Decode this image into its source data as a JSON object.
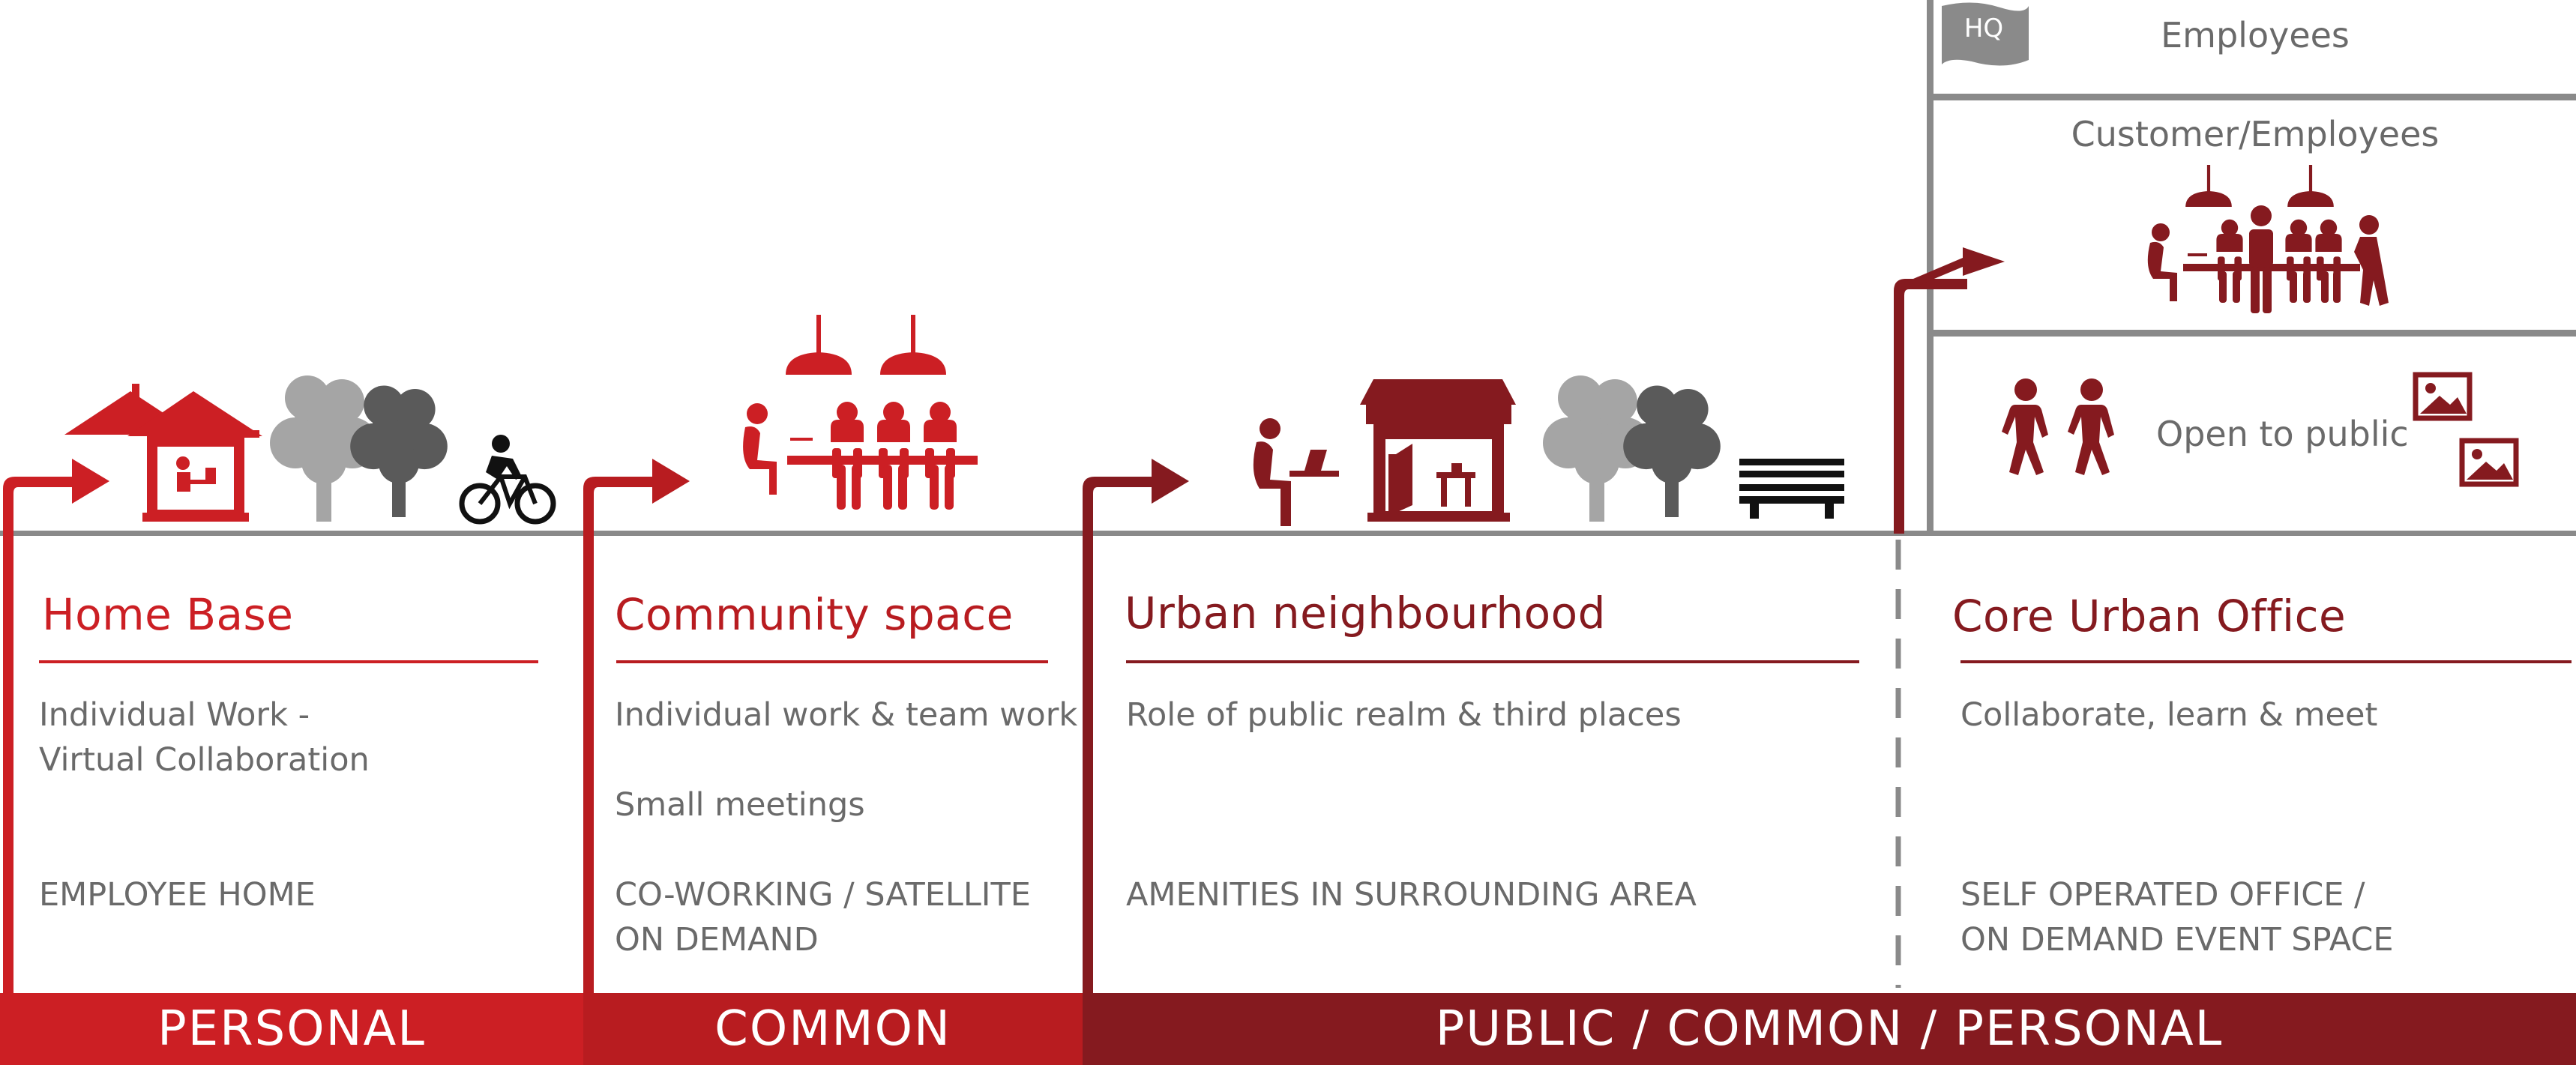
{
  "colors": {
    "personal": "#cc1f24",
    "common": "#b81c20",
    "public": "#851a1f",
    "grey": "#8a8a8a",
    "light_grey": "#a5a5a5",
    "dark_grey": "#5a5a5a",
    "text_grey": "#6a6a6a"
  },
  "hq": {
    "flag_label": "HQ",
    "floors": [
      {
        "label": "Employees"
      },
      {
        "label": "Customer/Employees"
      },
      {
        "label": "Open to public"
      }
    ]
  },
  "sections": [
    {
      "title": "Home Base",
      "lines": [
        "Individual  Work -",
        "Virtual Collaboration"
      ],
      "category": "EMPLOYEE HOME",
      "icons": [
        "house-with-worker-icon",
        "tree-icon",
        "tree-icon",
        "cyclist-icon"
      ]
    },
    {
      "title": "Community space",
      "lines": [
        "Individual work & team work",
        "Small meetings"
      ],
      "category_lines": [
        "CO-WORKING / SATELLITE",
        "ON DEMAND"
      ],
      "icons": [
        "coworking-table-icon",
        "pendant-lamp-icon"
      ]
    },
    {
      "title": "Urban neighbourhood",
      "lines": [
        "Role of public realm & third places"
      ],
      "category": "AMENITIES IN SURROUNDING AREA",
      "icons": [
        "laptop-worker-icon",
        "cafe-icon",
        "tree-icon",
        "bench-icon"
      ]
    },
    {
      "title": "Core Urban Office",
      "lines": [
        "Collaborate, learn & meet"
      ],
      "category_lines": [
        "SELF OPERATED OFFICE /",
        "ON DEMAND EVENT SPACE"
      ],
      "icons": [
        "meeting-table-icon",
        "walking-people-icon",
        "picture-icon"
      ]
    }
  ],
  "bands": [
    {
      "label": "PERSONAL"
    },
    {
      "label": "COMMON"
    },
    {
      "label": "PUBLIC / COMMON / PERSONAL"
    }
  ]
}
